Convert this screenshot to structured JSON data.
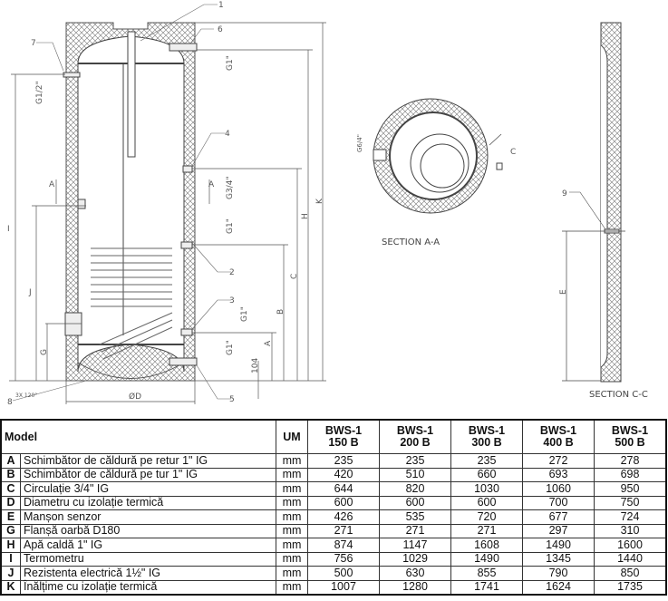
{
  "drawing": {
    "callouts": [
      "1",
      "2",
      "3",
      "4",
      "5",
      "6",
      "7",
      "8",
      "9"
    ],
    "dims": {
      "A": "A",
      "B": "B",
      "C": "C",
      "D": "ØD",
      "E": "E",
      "G": "G",
      "H": "H",
      "I": "I",
      "J": "J",
      "K": "K",
      "d104": "104",
      "G1": "G1\"",
      "G12": "G1/2\"",
      "G34": "G3/4\"",
      "G64": "G6/4\"",
      "feet": "3X 120°"
    },
    "section_aa": "SECTION A-A",
    "section_cc": "SECTION C-C"
  },
  "table": {
    "header": {
      "model": "Model",
      "um": "UM",
      "models": [
        [
          "BWS-1",
          "150 B"
        ],
        [
          "BWS-1",
          "200 B"
        ],
        [
          "BWS-1",
          "300 B"
        ],
        [
          "BWS-1",
          "400 B"
        ],
        [
          "BWS-1",
          "500 B"
        ]
      ]
    },
    "rows": [
      {
        "letter": "A",
        "desc": "Schimbător de căldură pe retur 1\" IG",
        "um": "mm",
        "values": [
          "235",
          "235",
          "235",
          "272",
          "278"
        ]
      },
      {
        "letter": "B",
        "desc": "Schimbător de căldură pe tur 1\" IG",
        "um": "mm",
        "values": [
          "420",
          "510",
          "660",
          "693",
          "698"
        ]
      },
      {
        "letter": "C",
        "desc": "Circulație 3/4\" IG",
        "um": "mm",
        "values": [
          "644",
          "820",
          "1030",
          "1060",
          "950"
        ]
      },
      {
        "letter": "D",
        "desc": "Diametru cu izolație termică",
        "um": "mm",
        "values": [
          "600",
          "600",
          "600",
          "700",
          "750"
        ]
      },
      {
        "letter": "E",
        "desc": "Manșon senzor",
        "um": "mm",
        "values": [
          "426",
          "535",
          "720",
          "677",
          "724"
        ]
      },
      {
        "letter": "G",
        "desc": "Flanșă oarbă D180",
        "um": "mm",
        "values": [
          "271",
          "271",
          "271",
          "297",
          "310"
        ]
      },
      {
        "letter": "H",
        "desc": "Apă caldă 1\" IG",
        "um": "mm",
        "values": [
          "874",
          "1147",
          "1608",
          "1490",
          "1600"
        ]
      },
      {
        "letter": "I",
        "desc": "Termometru",
        "um": "mm",
        "values": [
          "756",
          "1029",
          "1490",
          "1345",
          "1440"
        ]
      },
      {
        "letter": "J",
        "desc": "Rezistenta electrică 1½\" IG",
        "um": "mm",
        "values": [
          "500",
          "630",
          "855",
          "790",
          "850"
        ]
      },
      {
        "letter": "K",
        "desc": "Înălțime cu izolație termică",
        "um": "mm",
        "values": [
          "1007",
          "1280",
          "1741",
          "1624",
          "1735"
        ]
      }
    ]
  }
}
